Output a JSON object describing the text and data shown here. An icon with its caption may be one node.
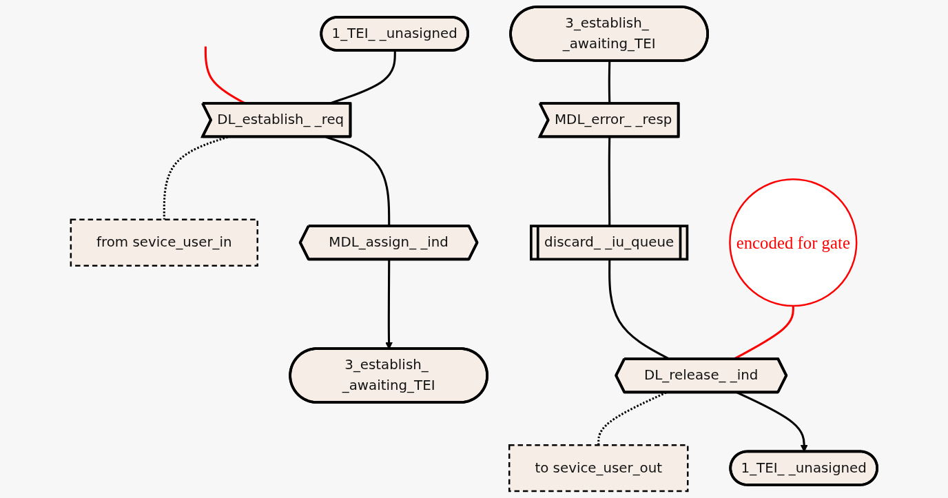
{
  "diagram": {
    "nodes": [
      {
        "text": [
          "1_TEI_ _unasigned"
        ]
      },
      {
        "text": [
          "DL_establish_ _req"
        ]
      },
      {
        "text": [
          "from sevice_user_in"
        ]
      },
      {
        "text": [
          "MDL_assign_ _ind"
        ]
      },
      {
        "text": [
          "3_establish_ _awaiting_TEI"
        ]
      },
      {
        "text": [
          "3_establish_ _awaiting_TEI"
        ]
      },
      {
        "text": [
          "MDL_error_ _resp"
        ]
      },
      {
        "text": [
          "discard_ _iu_queue"
        ]
      },
      {
        "text": [
          "DL_release_ _ind"
        ]
      },
      {
        "text": [
          "to sevice_user_out"
        ]
      },
      {
        "text": [
          "1_TEI_ _unasigned"
        ]
      },
      {
        "text": [
          "encoded for gate"
        ]
      }
    ],
    "edges": [
      {
        "from": null,
        "to": 1,
        "arrow": "none",
        "color": "#ff0000"
      },
      {
        "from": 0,
        "to": 1,
        "arrow": "none"
      },
      {
        "from": 1,
        "to": 2,
        "arrow": "none",
        "style": "dashed"
      },
      {
        "from": 1,
        "to": 3,
        "arrow": "none"
      },
      {
        "from": 3,
        "to": 4,
        "arrow": "to"
      },
      {
        "from": 5,
        "to": 6,
        "arrow": "none"
      },
      {
        "from": 6,
        "to": 7,
        "arrow": "none"
      },
      {
        "from": 7,
        "to": 8,
        "arrow": "none"
      },
      {
        "from": 8,
        "to": 9,
        "arrow": "none",
        "style": "dashed"
      },
      {
        "from": 8,
        "to": 10,
        "arrow": "to"
      },
      {
        "from": 11,
        "to": 8,
        "arrow": "none",
        "color": "#ff0000"
      }
    ]
  }
}
